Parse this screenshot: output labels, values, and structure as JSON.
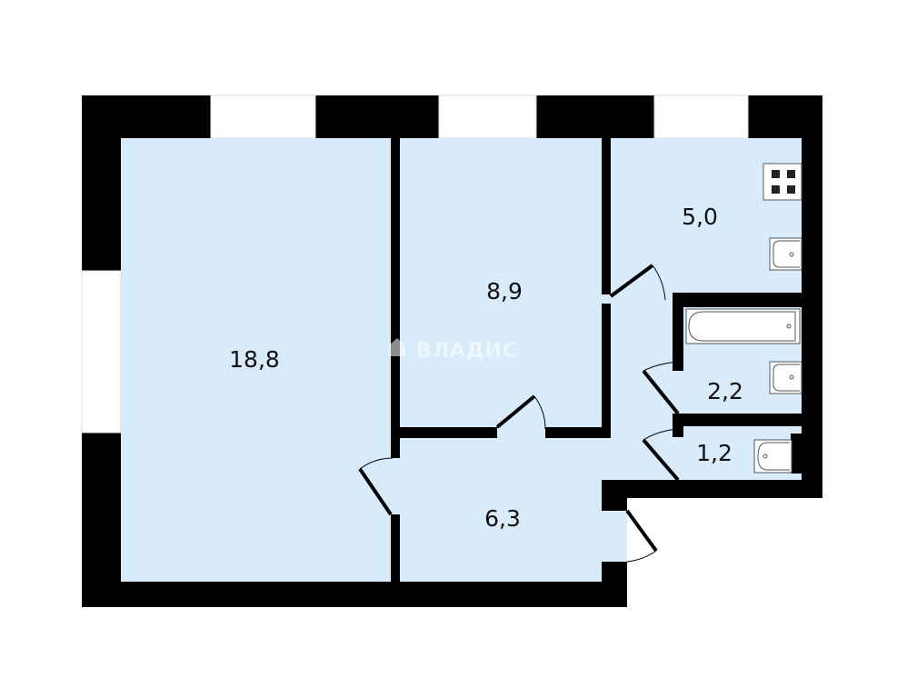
{
  "plan": {
    "rooms": [
      {
        "id": "living-room",
        "area": "18,8"
      },
      {
        "id": "bedroom",
        "area": "8,9"
      },
      {
        "id": "kitchen",
        "area": "5,0"
      },
      {
        "id": "bathroom",
        "area": "2,2"
      },
      {
        "id": "toilet",
        "area": "1,2"
      },
      {
        "id": "hallway",
        "area": "6,3"
      }
    ],
    "watermark": "ВЛАДИС",
    "colors": {
      "room_fill": "#d8ebfb",
      "wall": "#000000",
      "window": "#ffffff"
    }
  }
}
